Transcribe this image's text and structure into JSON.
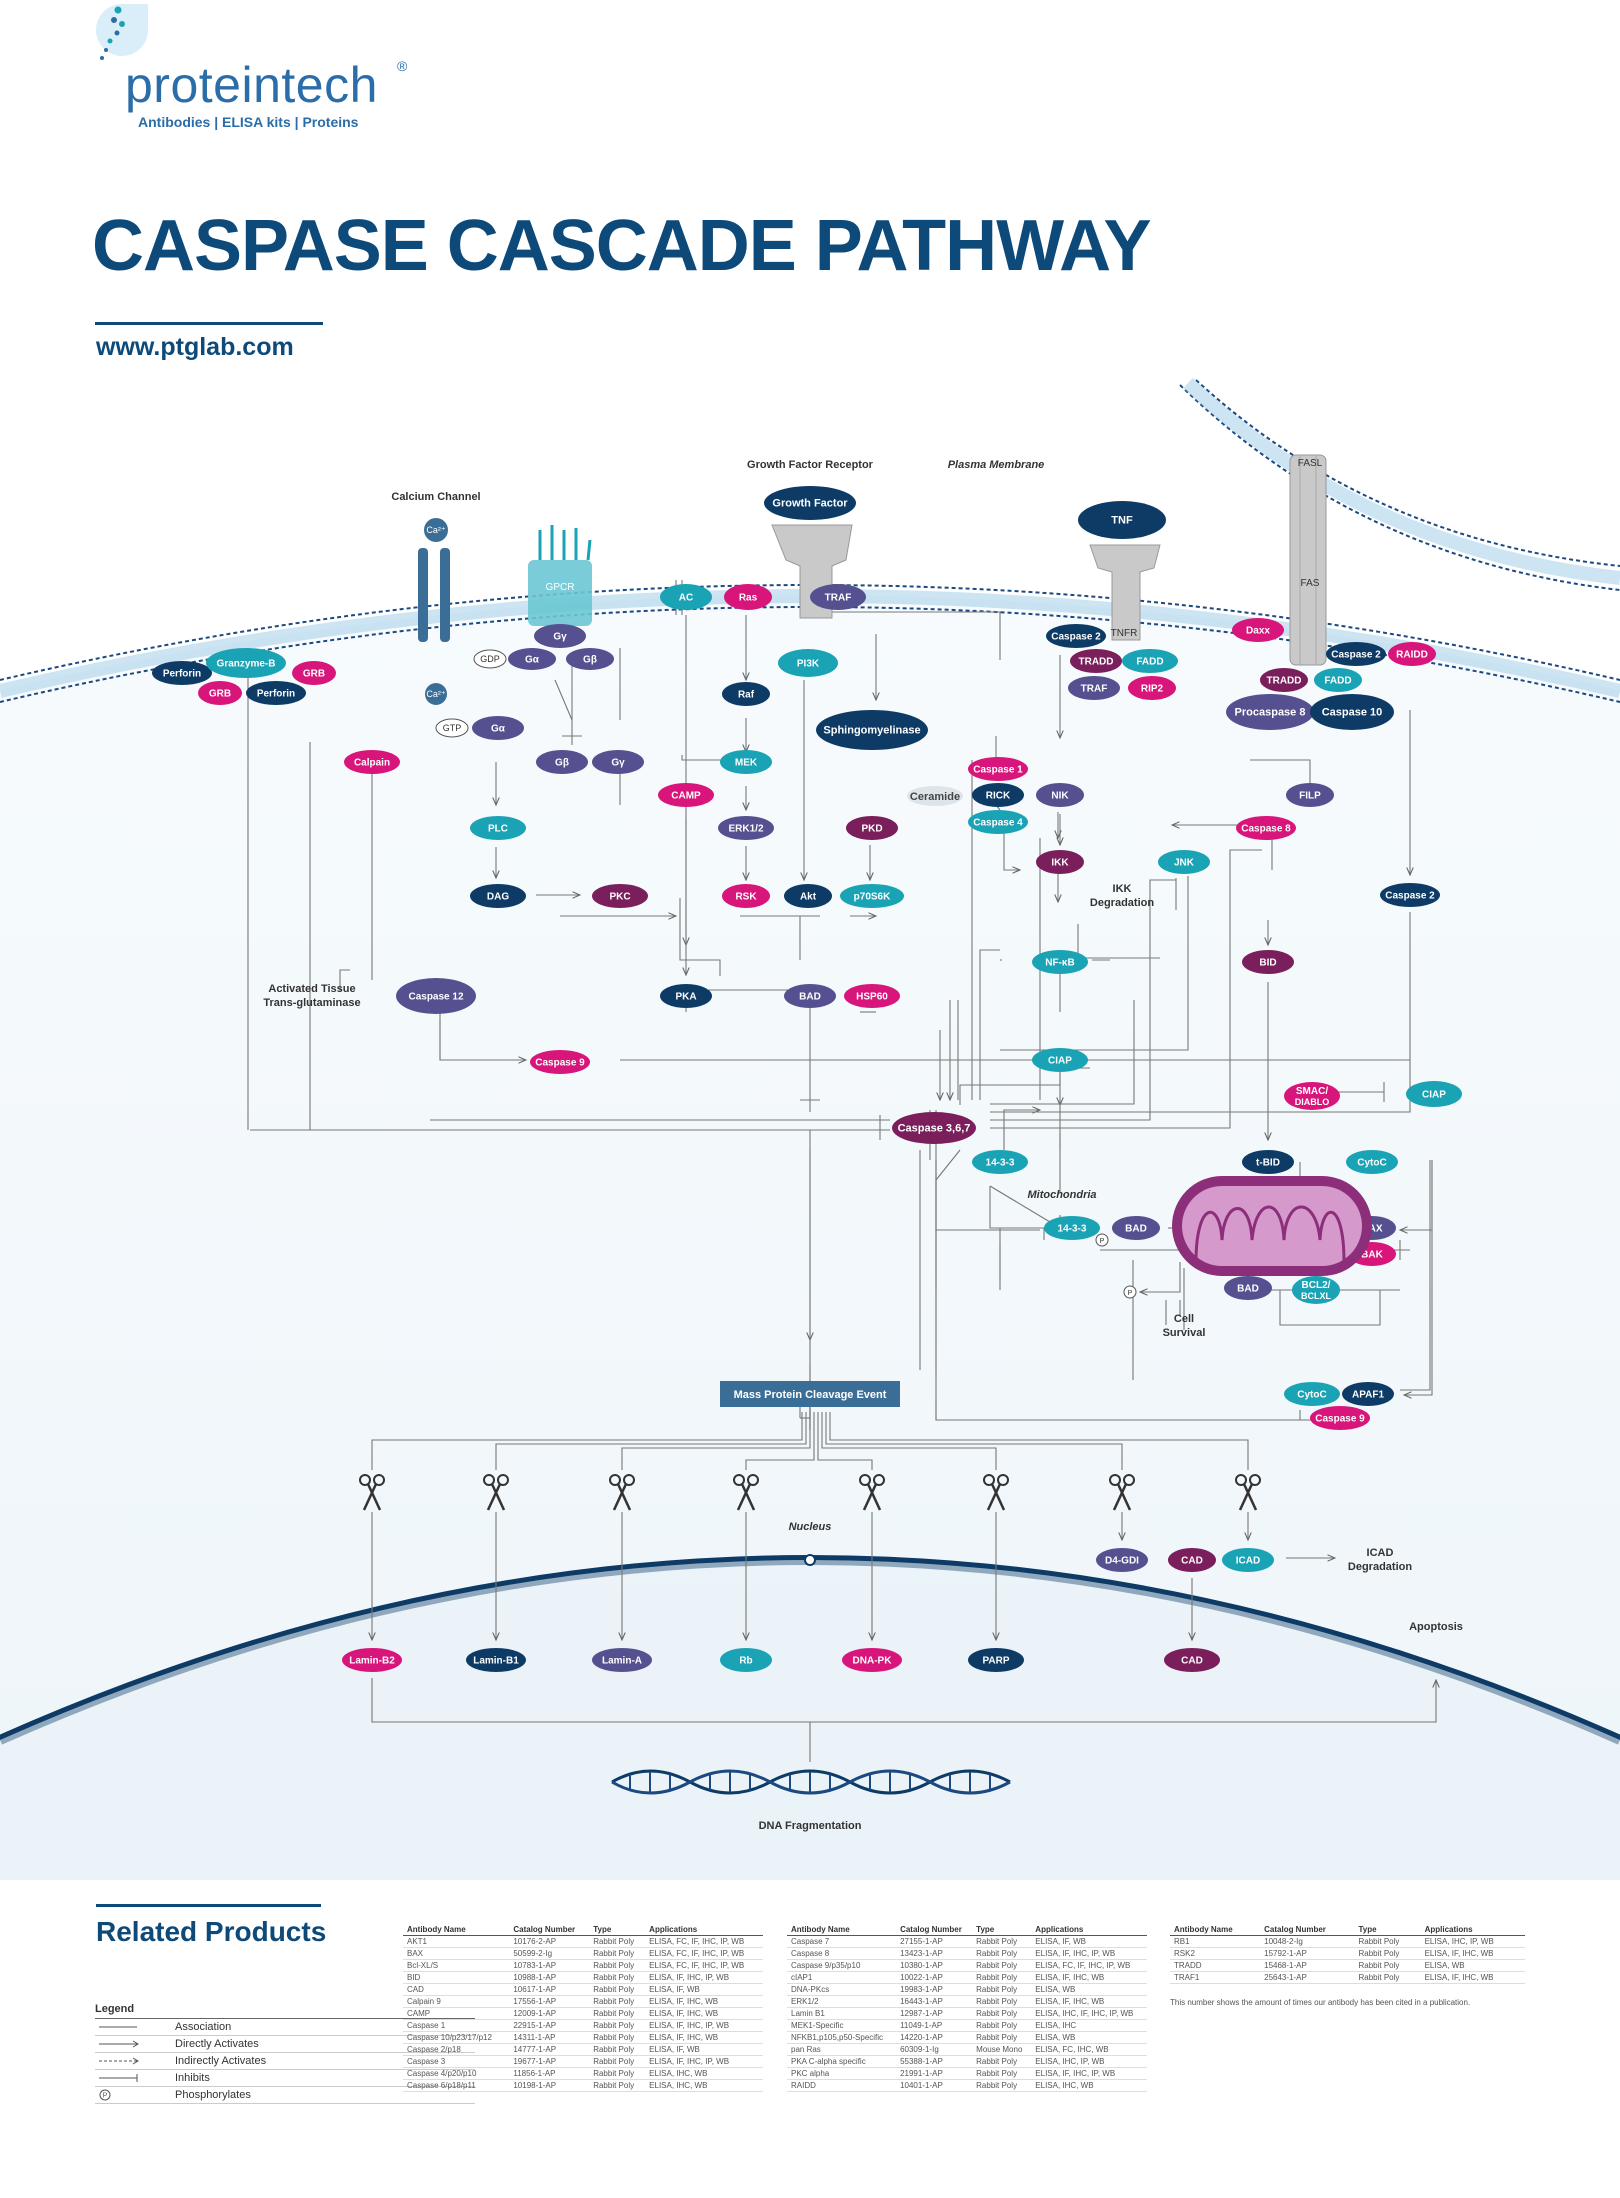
{
  "brand": {
    "name": "proteintech",
    "registered": "®",
    "tagline": "Antibodies  |  ELISA kits  |  Proteins"
  },
  "header": {
    "title": "CASPASE CASCADE PATHWAY",
    "url": "www.ptglab.com"
  },
  "colors": {
    "navy": "#0d3b66",
    "teal": "#1aa3b4",
    "magenta": "#d8157a",
    "purple": "#55508f",
    "plum": "#7a1f5c",
    "membrane": "#1c4a80"
  },
  "labels": {
    "calcium_channel": "Calcium Channel",
    "growth_factor_receptor": "Growth Factor Receptor",
    "plasma_membrane": "Plasma Membrane",
    "activated_tg_1": "Activated Tissue",
    "activated_tg_2": "Trans-glutaminase",
    "ikk_deg_1": "IKK",
    "ikk_deg_2": "Degradation",
    "mitochondria": "Mitochondria",
    "cell_survival_1": "Cell",
    "cell_survival_2": "Survival",
    "mass_cleavage": "Mass Protein Cleavage Event",
    "nucleus": "Nucleus",
    "icad_deg_1": "ICAD",
    "icad_deg_2": "Degradation",
    "apoptosis": "Apoptosis",
    "dna_fragmentation": "DNA Fragmentation",
    "ceramide": "Ceramide",
    "tnfr": "TNFR",
    "gpcr": "GPCR",
    "fasl": "FASL",
    "fas": "FAS",
    "ca": "Ca²⁺",
    "gdp": "GDP",
    "gtp": "GTP",
    "p": "P"
  },
  "nodes": {
    "growth_factor": "Growth Factor",
    "tnf": "TNF",
    "ac": "AC",
    "ras": "Ras",
    "traf_top": "TRAF",
    "pi3k": "PI3K",
    "caspase2_top": "Caspase 2",
    "tradd_top": "TRADD",
    "fadd_top": "FADD",
    "traf_mid": "TRAF",
    "rip2": "RIP2",
    "daxx": "Daxx",
    "caspase2_right": "Caspase 2",
    "raidd": "RAIDD",
    "tradd_fas": "TRADD",
    "fadd_fas": "FADD",
    "procaspase8": "Procaspase 8",
    "caspase10": "Caspase 10",
    "perforin1": "Perforin",
    "granzyme": "Granzyme-B",
    "grb1": "GRB",
    "grb2": "GRB",
    "perforin2": "Perforin",
    "gy": "Gγ",
    "ga_gdp": "Gα",
    "gb": "Gβ",
    "ga_gtp": "Gα",
    "gb2": "Gβ",
    "gy2": "Gγ",
    "calpain": "Calpain",
    "plc": "PLC",
    "dag": "DAG",
    "pkc": "PKC",
    "camp": "CAMP",
    "raf": "Raf",
    "mek": "MEK",
    "erk": "ERK1/2",
    "rsk": "RSK",
    "akt": "Akt",
    "pkd": "PKD",
    "p70s6k": "p70S6K",
    "sphingomyelinase": "Sphingomyelinase",
    "caspase1": "Caspase 1",
    "rick": "RICK",
    "caspase4": "Caspase 4",
    "nik": "NIK",
    "ikk": "IKK",
    "nfkb": "NF-κB",
    "ciap_mid": "CIAP",
    "jnk": "JNK",
    "caspase8": "Caspase 8",
    "filp": "FILP",
    "caspase2_far": "Caspase 2",
    "bid": "BID",
    "caspase12": "Caspase 12",
    "pka": "PKA",
    "bad_mid": "BAD",
    "hsp60": "HSP60",
    "caspase9_left": "Caspase 9",
    "smac": "SMAC/",
    "smac2": "DIABLO",
    "ciap_right": "CIAP",
    "caspase367": "Caspase 3,6,7",
    "p1433_a": "14-3-3",
    "tbid": "t-BID",
    "cytoc_top": "CytoC",
    "p1433_b": "14-3-3",
    "bad_low": "BAD",
    "bax": "BAX",
    "bak": "BAK",
    "bad_bottom": "BAD",
    "bcl2": "BCL2/",
    "bcl2b": "BCLXL",
    "cytoc_low": "CytoC",
    "apaf1": "APAF1",
    "caspase9_right": "Caspase 9",
    "d4gdi": "D4-GDI",
    "cad_top": "CAD",
    "icad": "ICAD",
    "laminb2": "Lamin-B2",
    "laminb1": "Lamin-B1",
    "lamina": "Lamin-A",
    "rb": "Rb",
    "dnapk": "DNA-PK",
    "parp": "PARP",
    "cad_bottom": "CAD"
  },
  "related": {
    "title": "Related Products",
    "columns": [
      "Antibody Name",
      "Catalog Number",
      "Type",
      "Applications"
    ],
    "table1": [
      [
        "AKT1",
        "10176-2-AP",
        "Rabbit Poly",
        "ELISA, FC, IF, IHC, IP, WB"
      ],
      [
        "BAX",
        "50599-2-Ig",
        "Rabbit Poly",
        "ELISA, FC, IF, IHC, IP, WB"
      ],
      [
        "Bcl-XL/S",
        "10783-1-AP",
        "Rabbit Poly",
        "ELISA, FC, IF, IHC, IP, WB"
      ],
      [
        "BID",
        "10988-1-AP",
        "Rabbit Poly",
        "ELISA, IF, IHC, IP, WB"
      ],
      [
        "CAD",
        "10617-1-AP",
        "Rabbit Poly",
        "ELISA, IF, WB"
      ],
      [
        "Calpain 9",
        "17556-1-AP",
        "Rabbit Poly",
        "ELISA, IF, IHC, WB"
      ],
      [
        "CAMP",
        "12009-1-AP",
        "Rabbit Poly",
        "ELISA, IF, IHC, WB"
      ],
      [
        "Caspase 1",
        "22915-1-AP",
        "Rabbit Poly",
        "ELISA, IF, IHC, IP, WB"
      ],
      [
        "Caspase 10/p23/17/p12",
        "14311-1-AP",
        "Rabbit Poly",
        "ELISA, IF, IHC, WB"
      ],
      [
        "Caspase 2/p18",
        "14777-1-AP",
        "Rabbit Poly",
        "ELISA, IF, WB"
      ],
      [
        "Caspase 3",
        "19677-1-AP",
        "Rabbit Poly",
        "ELISA, IF, IHC, IP, WB"
      ],
      [
        "Caspase 4/p20/p10",
        "11856-1-AP",
        "Rabbit Poly",
        "ELISA, IHC, WB"
      ],
      [
        "Caspase 6/p18/p11",
        "10198-1-AP",
        "Rabbit Poly",
        "ELISA, IHC, WB"
      ]
    ],
    "table2": [
      [
        "Caspase 7",
        "27155-1-AP",
        "Rabbit Poly",
        "ELISA, IF, WB"
      ],
      [
        "Caspase 8",
        "13423-1-AP",
        "Rabbit Poly",
        "ELISA, IF, IHC, IP, WB"
      ],
      [
        "Caspase 9/p35/p10",
        "10380-1-AP",
        "Rabbit Poly",
        "ELISA, FC, IF, IHC, IP, WB"
      ],
      [
        "cIAP1",
        "10022-1-AP",
        "Rabbit Poly",
        "ELISA, IF, IHC, WB"
      ],
      [
        "DNA-PKcs",
        "19983-1-AP",
        "Rabbit Poly",
        "ELISA, WB"
      ],
      [
        "ERK1/2",
        "16443-1-AP",
        "Rabbit Poly",
        "ELISA, IF, IHC, WB"
      ],
      [
        "Lamin B1",
        "12987-1-AP",
        "Rabbit Poly",
        "ELISA, IHC, IF, IHC, IP, WB"
      ],
      [
        "MEK1-Specific",
        "11049-1-AP",
        "Rabbit Poly",
        "ELISA, IHC"
      ],
      [
        "NFKB1,p105,p50-Specific",
        "14220-1-AP",
        "Rabbit Poly",
        "ELISA, WB"
      ],
      [
        "pan Ras",
        "60309-1-Ig",
        "Mouse Mono",
        "ELISA, FC, IHC, WB"
      ],
      [
        "PKA C-alpha specific",
        "55388-1-AP",
        "Rabbit Poly",
        "ELISA, IHC, IP, WB"
      ],
      [
        "PKC alpha",
        "21991-1-AP",
        "Rabbit Poly",
        "ELISA, IF, IHC, IP, WB"
      ],
      [
        "RAIDD",
        "10401-1-AP",
        "Rabbit Poly",
        "ELISA, IHC, WB"
      ]
    ],
    "table3": [
      [
        "RB1",
        "10048-2-Ig",
        "Rabbit Poly",
        "ELISA, IHC, IP, WB"
      ],
      [
        "RSK2",
        "15792-1-AP",
        "Rabbit Poly",
        "ELISA, IF, IHC, WB"
      ],
      [
        "TRADD",
        "15468-1-AP",
        "Rabbit Poly",
        "ELISA, WB"
      ],
      [
        "TRAF1",
        "25643-1-AP",
        "Rabbit Poly",
        "ELISA, IF, IHC, WB"
      ]
    ],
    "note": "This number shows the amount of times our antibody has been cited in a publication."
  },
  "legend": {
    "title": "Legend",
    "items": [
      "Association",
      "Directly Activates",
      "Indirectly Activates",
      "Inhibits",
      "Phosphorylates"
    ]
  }
}
